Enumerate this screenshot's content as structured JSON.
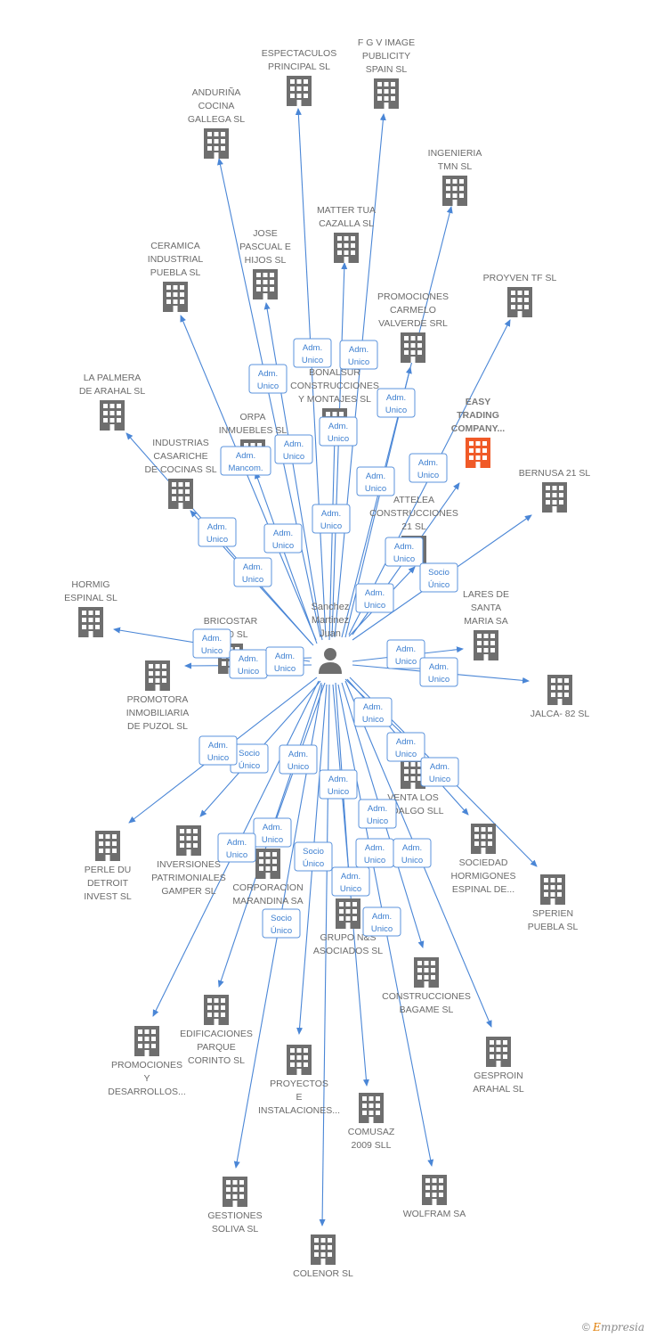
{
  "colors": {
    "edge": "#4a86d6",
    "building": "#6e6e6e",
    "building_highlight": "#f05a28",
    "person": "#6e6e6e"
  },
  "icons": {
    "company": "building-icon",
    "person": "person-icon",
    "arrow": "arrowhead"
  },
  "center": {
    "name_lines": [
      "Sanchez",
      "Martinez",
      "Juan"
    ]
  },
  "companies": [
    {
      "id": "espectaculos",
      "lines": [
        "ESPECTACULOS",
        "PRINCIPAL SL"
      ]
    },
    {
      "id": "fgv",
      "lines": [
        "F G V IMAGE",
        "PUBLICITY",
        "SPAIN SL"
      ]
    },
    {
      "id": "andurina",
      "lines": [
        "ANDURIÑA",
        "COCINA",
        "GALLEGA SL"
      ]
    },
    {
      "id": "ingenieria",
      "lines": [
        "INGENIERIA",
        "TMN  SL"
      ]
    },
    {
      "id": "matter",
      "lines": [
        "MATTER TUA",
        "CAZALLA SL"
      ]
    },
    {
      "id": "jose",
      "lines": [
        "JOSE",
        "PASCUAL E",
        "HIJOS SL"
      ]
    },
    {
      "id": "ceramica",
      "lines": [
        "CERAMICA",
        "INDUSTRIAL",
        "PUEBLA SL"
      ]
    },
    {
      "id": "proyven",
      "lines": [
        "PROYVEN TF SL"
      ]
    },
    {
      "id": "promociones_carmelo",
      "lines": [
        "PROMOCIONES",
        "CARMELO",
        "VALVERDE SRL"
      ]
    },
    {
      "id": "bonalsur",
      "lines": [
        "BONALSUR",
        "CONSTRUCCIONES",
        "Y MONTAJES SL"
      ]
    },
    {
      "id": "palmera",
      "lines": [
        "LA PALMERA",
        "DE ARAHAL SL"
      ]
    },
    {
      "id": "easy",
      "lines": [
        "EASY",
        "TRADING",
        "COMPANY..."
      ],
      "highlight": true
    },
    {
      "id": "orpa",
      "lines": [
        "ORPA",
        "INMUEBLES SL"
      ]
    },
    {
      "id": "casariche",
      "lines": [
        "INDUSTRIAS",
        "CASARICHE",
        "DE COCINAS SL"
      ]
    },
    {
      "id": "bernusa",
      "lines": [
        "BERNUSA 21 SL"
      ]
    },
    {
      "id": "attelea",
      "lines": [
        "ATTELEA",
        "CONSTRUCCIONES",
        "21 SL"
      ]
    },
    {
      "id": "hormig",
      "lines": [
        "HORMIG",
        "ESPINAL SL"
      ]
    },
    {
      "id": "lares",
      "lines": [
        "LARES DE",
        "SANTA",
        "MARIA SA"
      ]
    },
    {
      "id": "bricostar",
      "lines": [
        "BRICOSTAR",
        "2010 SL"
      ]
    },
    {
      "id": "puzol",
      "lines": [
        "PROMOTORA",
        "INMOBILIARIA",
        "DE PUZOL SL"
      ]
    },
    {
      "id": "jalca",
      "lines": [
        "JALCA- 82 SL"
      ]
    },
    {
      "id": "venta",
      "lines": [
        "VENTA LOS",
        "HIDALGO SLL"
      ]
    },
    {
      "id": "perle",
      "lines": [
        "PERLE DU",
        "DETROIT",
        "INVEST SL"
      ]
    },
    {
      "id": "gamper",
      "lines": [
        "INVERSIONES",
        "PATRIMONIALES",
        "GAMPER SL"
      ]
    },
    {
      "id": "marandina",
      "lines": [
        "CORPORACION",
        "MARANDINA SA"
      ]
    },
    {
      "id": "sociedad",
      "lines": [
        "SOCIEDAD",
        "HORMIGONES",
        "ESPINAL DE..."
      ]
    },
    {
      "id": "sperien",
      "lines": [
        "SPERIEN",
        "PUEBLA SL"
      ]
    },
    {
      "id": "ns",
      "lines": [
        "GRUPO N&S",
        "ASOCIADOS SL"
      ]
    },
    {
      "id": "bagame",
      "lines": [
        "CONSTRUCCIONES",
        "BAGAME SL"
      ]
    },
    {
      "id": "promo_desarrollos",
      "lines": [
        "PROMOCIONES",
        "Y",
        "DESARROLLOS..."
      ]
    },
    {
      "id": "corinto",
      "lines": [
        "EDIFICACIONES",
        "PARQUE",
        "CORINTO SL"
      ]
    },
    {
      "id": "gesproin",
      "lines": [
        "GESPROIN",
        "ARAHAL SL"
      ]
    },
    {
      "id": "proyectos",
      "lines": [
        "PROYECTOS",
        "E",
        "INSTALACIONES..."
      ]
    },
    {
      "id": "comusaz",
      "lines": [
        "COMUSAZ",
        "2009 SLL"
      ]
    },
    {
      "id": "soliva",
      "lines": [
        "GESTIONES",
        "SOLIVA SL"
      ]
    },
    {
      "id": "wolfram",
      "lines": [
        "WOLFRAM SA"
      ]
    },
    {
      "id": "colenor",
      "lines": [
        "COLENOR SL"
      ]
    }
  ],
  "role_labels": [
    {
      "lines": [
        "Adm.",
        "Unico"
      ]
    },
    {
      "lines": [
        "Adm.",
        "Unico"
      ]
    },
    {
      "lines": [
        "Adm.",
        "Unico"
      ]
    },
    {
      "lines": [
        "Adm.",
        "Unico"
      ]
    },
    {
      "lines": [
        "Adm.",
        "Unico"
      ]
    },
    {
      "lines": [
        "Adm.",
        "Unico"
      ]
    },
    {
      "lines": [
        "Adm.",
        "Mancom."
      ]
    },
    {
      "lines": [
        "Adm.",
        "Unico"
      ]
    },
    {
      "lines": [
        "Adm.",
        "Unico"
      ]
    },
    {
      "lines": [
        "Adm.",
        "Unico"
      ]
    },
    {
      "lines": [
        "Adm.",
        "Unico"
      ]
    },
    {
      "lines": [
        "Adm.",
        "Unico"
      ]
    },
    {
      "lines": [
        "Adm.",
        "Unico"
      ]
    },
    {
      "lines": [
        "Adm.",
        "Unico"
      ]
    },
    {
      "lines": [
        "Socio",
        "Único"
      ]
    },
    {
      "lines": [
        "Adm.",
        "Unico"
      ]
    },
    {
      "lines": [
        "Adm.",
        "Unico"
      ]
    },
    {
      "lines": [
        "Adm.",
        "Unico"
      ]
    },
    {
      "lines": [
        "Adm.",
        "Unico"
      ]
    },
    {
      "lines": [
        "Adm.",
        "Unico"
      ]
    },
    {
      "lines": [
        "Adm.",
        "Unico"
      ]
    },
    {
      "lines": [
        "Adm.",
        "Unico"
      ]
    },
    {
      "lines": [
        "Adm.",
        "Unico"
      ]
    },
    {
      "lines": [
        "Socio",
        "Único"
      ]
    },
    {
      "lines": [
        "Adm.",
        "Unico"
      ]
    },
    {
      "lines": [
        "Adm.",
        "Unico"
      ]
    },
    {
      "lines": [
        "Adm.",
        "Unico"
      ]
    },
    {
      "lines": [
        "Adm.",
        "Unico"
      ]
    },
    {
      "lines": [
        "Adm.",
        "Unico"
      ]
    },
    {
      "lines": [
        "Adm.",
        "Unico"
      ]
    },
    {
      "lines": [
        "Adm.",
        "Unico"
      ]
    },
    {
      "lines": [
        "Socio",
        "Único"
      ]
    },
    {
      "lines": [
        "Adm.",
        "Unico"
      ]
    },
    {
      "lines": [
        "Adm.",
        "Unico"
      ]
    },
    {
      "lines": [
        "Adm.",
        "Unico"
      ]
    },
    {
      "lines": [
        "Adm.",
        "Unico"
      ]
    },
    {
      "lines": [
        "Socio",
        "Único"
      ]
    }
  ],
  "footer": {
    "copyright": "©",
    "brand_first": "E",
    "brand_rest": "mpresia"
  }
}
